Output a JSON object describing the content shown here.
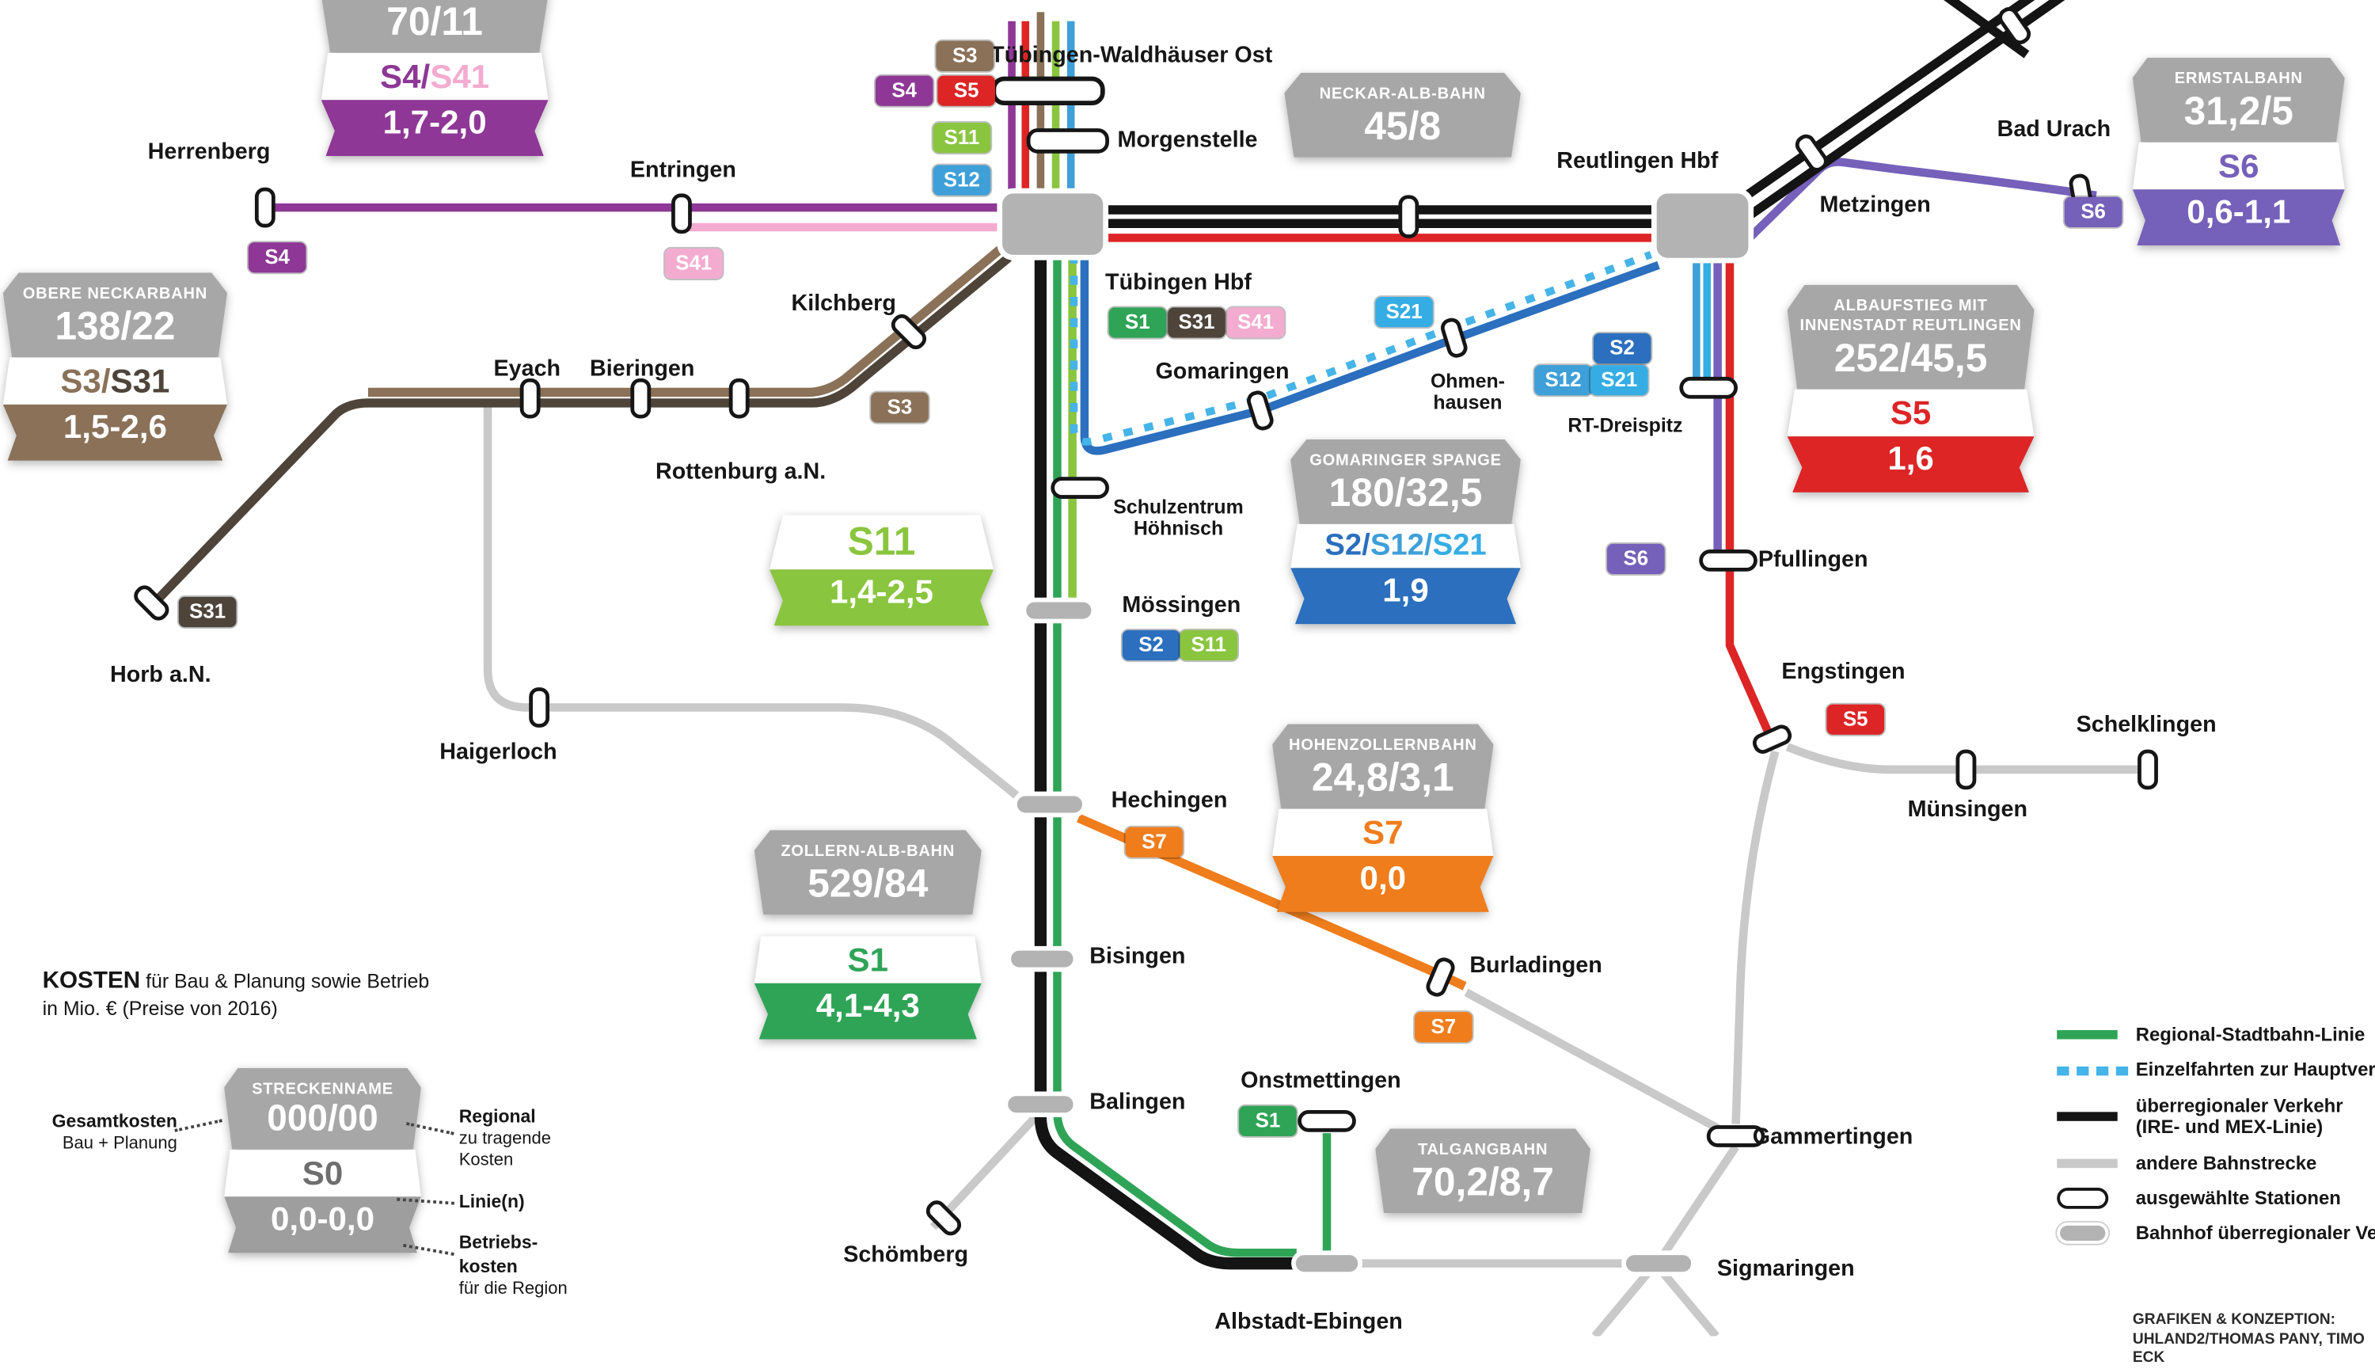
{
  "colors": {
    "s1": "#2fa457",
    "s11": "#8ac53f",
    "s2": "#2b6fbe",
    "s12": "#3f9fd8",
    "s21": "#35ade4",
    "s3": "#8a7158",
    "s31": "#4e443a",
    "s4": "#8e3796",
    "s41": "#f3abd0",
    "s5": "#dd2526",
    "s6": "#7560ba",
    "s7": "#ef7d1c",
    "s0": "#6e6e6e",
    "trunk": "#141414",
    "other": "#c9c9c9",
    "dashed_blue": "#45b4e8",
    "banner_gray": "#a7a7a7",
    "station_gray": "#b3b3b3",
    "example_band": "#9e9e9e"
  },
  "punct": {
    "slash": "/"
  },
  "line_labels": {
    "s0": "S0",
    "s1": "S1",
    "s11": "S11",
    "s2": "S2",
    "s12": "S12",
    "s21": "S21",
    "s3": "S3",
    "s31": "S31",
    "s4": "S4",
    "s41": "S41",
    "s5": "S5",
    "s6": "S6",
    "s7": "S7"
  },
  "stations": {
    "herrenberg": "Herrenberg",
    "entringen": "Entringen",
    "waldhaeuser": "Tübingen-Waldhäuser Ost",
    "morgenstelle": "Morgenstelle",
    "tuebingen": "Tübingen Hbf",
    "kilchberg": "Kilchberg",
    "eyach": "Eyach",
    "bieringen": "Bieringen",
    "rottenburg": "Rottenburg a.N.",
    "horb": "Horb a.N.",
    "haigerloch": "Haigerloch",
    "gomaringen": "Gomaringen",
    "ohmenhausen_1": "Ohmen-",
    "ohmenhausen_2": "hausen",
    "rtdreispitz": "RT-Dreispitz",
    "schulzentrum_1": "Schulzentrum",
    "schulzentrum_2": "Höhnisch",
    "moessingen": "Mössingen",
    "reutlingen": "Reutlingen Hbf",
    "metzingen": "Metzingen",
    "badurach": "Bad Urach",
    "pfullingen": "Pfullingen",
    "engstingen": "Engstingen",
    "muensingen": "Münsingen",
    "schelklingen": "Schelklingen",
    "hechingen": "Hechingen",
    "bisingen": "Bisingen",
    "balingen": "Balingen",
    "schoemberg": "Schömberg",
    "onstmettingen": "Onstmettingen",
    "burladingen": "Burladingen",
    "gammertingen": "Gammertingen",
    "sigmaringen": "Sigmaringen",
    "albstadt": "Albstadt-Ebingen"
  },
  "banners": {
    "ammertal": {
      "cost": "70/11",
      "op": "1,7-2,0"
    },
    "obere": {
      "name": "OBERE NECKARBAHN",
      "cost": "138/22",
      "op": "1,5-2,6"
    },
    "neckar_alb": {
      "name": "NECKAR-ALB-BAHN",
      "cost": "45/8"
    },
    "ermstal": {
      "name": "ERMSTALBAHN",
      "cost": "31,2/5",
      "op": "0,6-1,1"
    },
    "albaufstieg": {
      "name1": "ALBAUFSTIEG MIT",
      "name2": "INNENSTADT REUTLINGEN",
      "cost": "252/45,5",
      "op": "1,6"
    },
    "gomaringer": {
      "name": "GOMARINGER SPANGE",
      "cost": "180/32,5",
      "op": "1,9"
    },
    "s11_band": {
      "op": "1,4-2,5"
    },
    "zollern": {
      "name": "ZOLLERN-ALB-BAHN",
      "cost": "529/84",
      "op": "4,1-4,3"
    },
    "hohenzollern": {
      "name": "HOHENZOLLERNBAHN",
      "cost": "24,8/3,1",
      "op": "0,0"
    },
    "talgang": {
      "name": "TALGANGBAHN",
      "cost": "70,2/8,7"
    },
    "example": {
      "name": "STRECKENNAME",
      "cost": "000/00",
      "op": "0,0-0,0"
    }
  },
  "legend": {
    "kosten_bold": "KOSTEN",
    "kosten_rest": "für Bau & Planung sowie Betrieb",
    "kosten_line2": "in Mio. € (Preise von 2016)",
    "callout_gesamt1": "Gesamtkosten",
    "callout_gesamt2": "Bau + Planung",
    "callout_regional1": "Regional",
    "callout_regional2": "zu tragende",
    "callout_regional3": "Kosten",
    "callout_linie": "Linie(n)",
    "callout_betrieb1": "Betriebs-",
    "callout_betrieb2": "kosten",
    "callout_betrieb3": "für die Region",
    "items": [
      {
        "label": "Regional-Stadtbahn-Linie"
      },
      {
        "label": "Einzelfahrten zur Hauptverkehrszeit"
      },
      {
        "label": "überregionaler Verkehr",
        "label2": "(IRE- und MEX-Linie)"
      },
      {
        "label": "andere Bahnstrecke"
      },
      {
        "label": "ausgewählte Stationen"
      },
      {
        "label": "Bahnhof überregionaler Verkehr"
      }
    ],
    "credit1": "GRAFIKEN & KONZEPTION:",
    "credit2": "UHLAND2/THOMAS PANY, TIMO ECK"
  }
}
